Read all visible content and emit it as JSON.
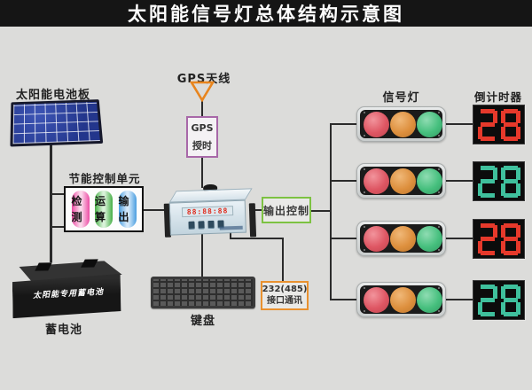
{
  "title": "太阳能信号灯总体结构示意图",
  "solar": {
    "label": "太阳能电池板"
  },
  "gps": {
    "antenna_label": "GPS天线",
    "unit_line1": "GPS",
    "unit_line2": "授时",
    "antenna_color": "#e8851e",
    "border_color": "#a868a8"
  },
  "control_unit": {
    "label": "节能控制单元",
    "modules": [
      {
        "text": "检测",
        "edge": "#ec4ba4",
        "center": "#fbd6ea"
      },
      {
        "text": "运算",
        "edge": "#46ae46",
        "center": "#d8f2d8"
      },
      {
        "text": "输出",
        "edge": "#4a9ee0",
        "center": "#d5e9fa"
      }
    ]
  },
  "controller": {
    "display": "88:88:88",
    "display_color": "#e02818"
  },
  "output_control": {
    "label": "输出控制",
    "border_color": "#7dc242"
  },
  "comm": {
    "line1": "232(485)",
    "line2": "接口通讯",
    "border_color": "#e9912f"
  },
  "keyboard": {
    "label": "键盘"
  },
  "battery": {
    "label": "蓄电池",
    "body_text": "太阳能专用蓄电池"
  },
  "signals": {
    "column_label": "信号灯",
    "countdown_label": "倒计时器",
    "lamps": [
      {
        "name": "red-lamp",
        "hi": "#f2949c",
        "base": "#de5663",
        "lo": "#c24750"
      },
      {
        "name": "amber-lamp",
        "hi": "#f0b878",
        "base": "#dd8f3d",
        "lo": "#c07a30"
      },
      {
        "name": "green-lamp",
        "hi": "#8fdcb2",
        "base": "#45bf7d",
        "lo": "#379e66"
      }
    ],
    "rows": [
      {
        "countdown": "28",
        "color": "#e6392b"
      },
      {
        "countdown": "28",
        "color": "#3fc09d"
      },
      {
        "countdown": "28",
        "color": "#e6392b"
      },
      {
        "countdown": "28",
        "color": "#3fc09d"
      }
    ]
  }
}
